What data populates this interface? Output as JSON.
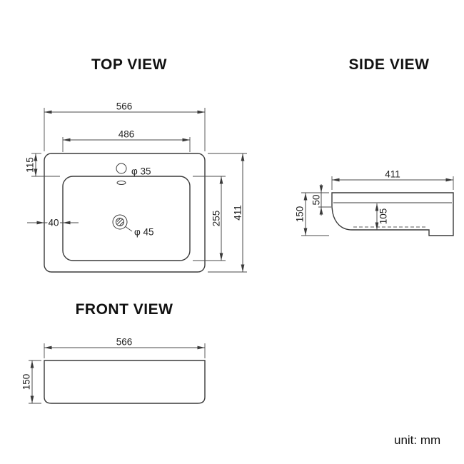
{
  "page": {
    "unit_label": "unit: mm"
  },
  "top_view": {
    "title": "TOP VIEW",
    "dim_overall_width": "566",
    "dim_inner_width": "486",
    "dim_top_offset": "115",
    "dim_overall_depth": "411",
    "dim_inner_depth": "255",
    "dim_side_rim": "40",
    "dim_faucet_hole": "φ 35",
    "dim_drain_hole": "φ 45"
  },
  "side_view": {
    "title": "SIDE VIEW",
    "dim_depth": "411",
    "dim_rim_height": "50",
    "dim_total_height": "150",
    "dim_bowl_depth": "105"
  },
  "front_view": {
    "title": "FRONT VIEW",
    "dim_width": "566",
    "dim_height": "150"
  }
}
